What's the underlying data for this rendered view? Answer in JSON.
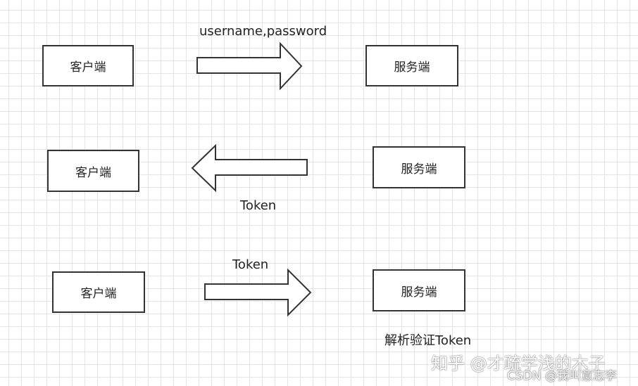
{
  "rows": [
    {
      "client": "客户端",
      "server": "服务端",
      "arrow_label": "username,password",
      "direction": "right"
    },
    {
      "client": "客户端",
      "server": "服务端",
      "arrow_label": "Token",
      "direction": "left"
    },
    {
      "client": "客户端",
      "server": "服务端",
      "arrow_label": "Token",
      "direction": "right",
      "server_note": "解析验证Token"
    }
  ],
  "watermark": {
    "zhihu": "知乎 @才疏学浅的木子",
    "csdn": "CSDN @我叫意志李"
  }
}
